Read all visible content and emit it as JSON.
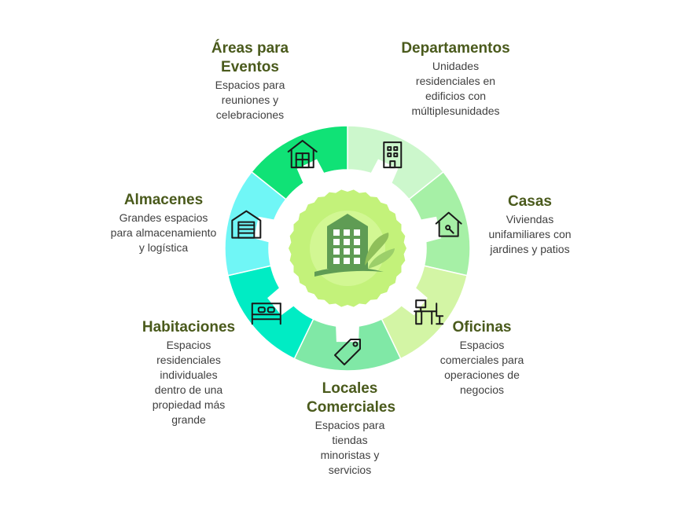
{
  "colors": {
    "title": "#4a5a1c",
    "text": "#404040",
    "icon_stroke": "#1a1a1a",
    "center_fill": "#c3f27a",
    "building": "#5f9c54",
    "leaves": "#8fbf5a"
  },
  "segments": [
    {
      "key": "departamentos",
      "title": "Departamentos",
      "desc": "Unidades residenciales en edificios con múltiplesunidades",
      "color": "#ccf7cc",
      "icon": "office-building-icon"
    },
    {
      "key": "casas",
      "title": "Casas",
      "desc": "Viviendas unifamiliares con jardines y patios",
      "color": "#a6f0a6",
      "icon": "house-icon"
    },
    {
      "key": "oficinas",
      "title": "Oficinas",
      "desc": "Espacios comerciales para operaciones de negocios",
      "color": "#d3f5a5",
      "icon": "office-desk-icon"
    },
    {
      "key": "locales",
      "title": "Locales Comerciales",
      "desc": "Espacios para tiendas minoristas y servicios",
      "color": "#80e8a6",
      "icon": "price-tag-icon"
    },
    {
      "key": "habitaciones",
      "title": "Habitaciones",
      "desc": "Espacios residenciales individuales dentro de una propiedad más grande",
      "color": "#00ecc4",
      "icon": "bed-icon"
    },
    {
      "key": "almacenes",
      "title": "Almacenes",
      "desc": "Grandes espacios para almacenamiento y logística",
      "color": "#70f6f6",
      "icon": "warehouse-icon"
    },
    {
      "key": "eventos",
      "title": "Áreas para Eventos",
      "desc": "Espacios para reuniones y celebraciones",
      "color": "#10e276",
      "icon": "event-hall-icon"
    }
  ]
}
